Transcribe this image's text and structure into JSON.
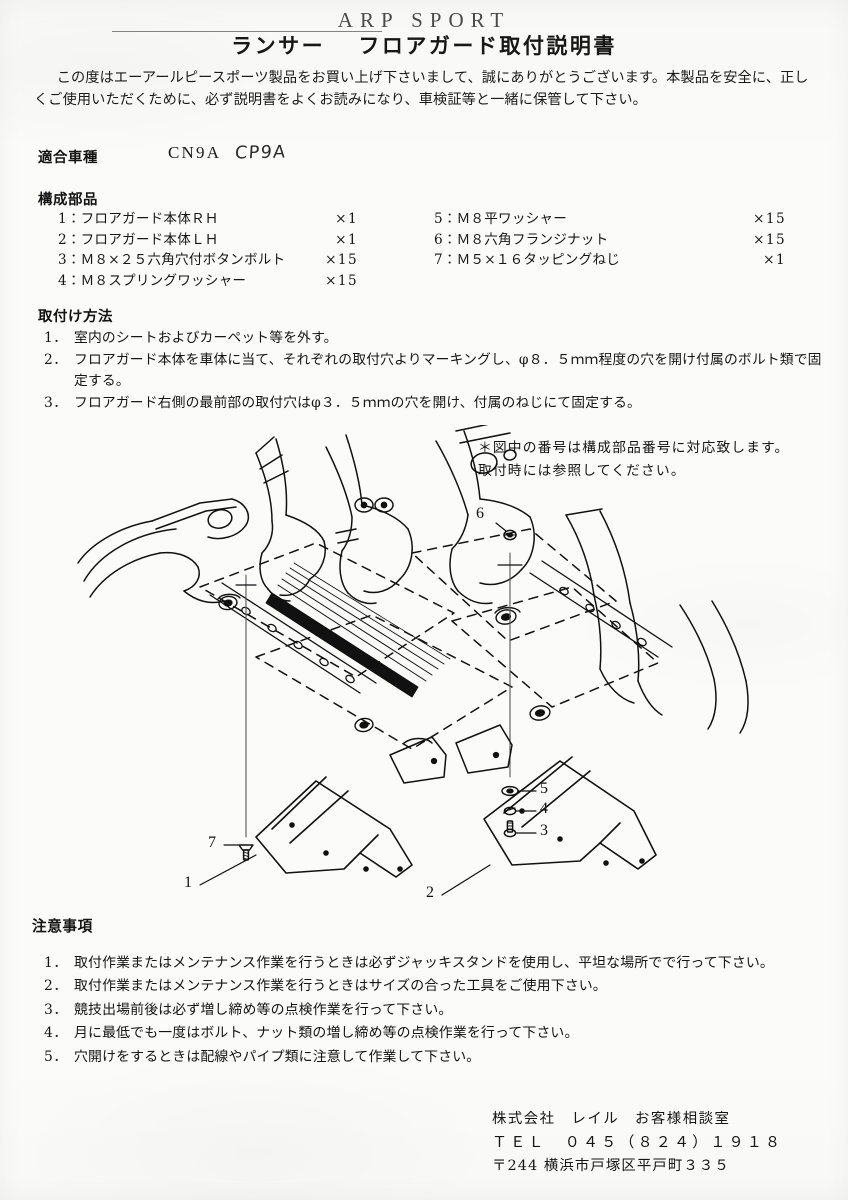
{
  "header": {
    "brand": "ARP   SPORT",
    "title": "ランサー　 フロアガード取付説明書"
  },
  "intro": {
    "paragraph": "この度はエーアールピースポーツ製品をお買い上げ下さいまして、誠にありがとうございます。本製品を安全に、正しくご使用いただくために、必ず説明書をよくお読みになり、車検証等と一緒に保管して下さい。"
  },
  "applicable": {
    "label": "適合車種",
    "printed_code": "CN9A",
    "handwritten_code": "CP9A"
  },
  "parts": {
    "label": "構成部品",
    "left_column": [
      {
        "no": "1",
        "name": "1：フロアガード本体ＲＨ",
        "qty": "×1"
      },
      {
        "no": "2",
        "name": "2：フロアガード本体ＬＨ",
        "qty": "×1"
      },
      {
        "no": "3",
        "name": "3：Ｍ８×２５六角穴付ボタンボルト",
        "qty": "×15"
      },
      {
        "no": "4",
        "name": "4：Ｍ８スプリングワッシャー",
        "qty": "×15"
      }
    ],
    "right_column": [
      {
        "no": "5",
        "name": "5：Ｍ８平ワッシャー",
        "qty": "×15"
      },
      {
        "no": "6",
        "name": "6：Ｍ８六角フランジナット",
        "qty": "×15"
      },
      {
        "no": "7",
        "name": "7：Ｍ５×１６タッピングねじ",
        "qty": "×1"
      }
    ]
  },
  "method": {
    "label": "取付け方法",
    "items": [
      {
        "num": "1．",
        "text": "室内のシートおよびカーペット等を外す。"
      },
      {
        "num": "2．",
        "text": "フロアガード本体を車体に当て、それぞれの取付穴よりマーキングし、φ８．５ｍｍ程度の穴を開け付属のボルト類で固定する。"
      },
      {
        "num": "3．",
        "text": "フロアガード右側の最前部の取付穴はφ３．５ｍｍの穴を開け、付属のねじにて固定する。"
      }
    ]
  },
  "figure": {
    "note_line1": "＊図中の番号は構成部品番号に対応致します。",
    "note_line2": "取付時には参照してください。",
    "callouts": [
      {
        "id": "1",
        "label": "1"
      },
      {
        "id": "2",
        "label": "2"
      },
      {
        "id": "3",
        "label": "3"
      },
      {
        "id": "4",
        "label": "4"
      },
      {
        "id": "5",
        "label": "5"
      },
      {
        "id": "6",
        "label": "6"
      },
      {
        "id": "7",
        "label": "7"
      }
    ]
  },
  "cautions": {
    "label": "注意事項",
    "items": [
      {
        "num": "1．",
        "text": "取付作業またはメンテナンス作業を行うときは必ずジャッキスタンドを使用し、平坦な場所でで行って下さい。"
      },
      {
        "num": "2．",
        "text": "取付作業またはメンテナンス作業を行うときはサイズの合った工具をご使用下さい。"
      },
      {
        "num": "3．",
        "text": "競技出場前後は必ず増し締め等の点検作業を行って下さい。"
      },
      {
        "num": "4．",
        "text": "月に最低でも一度はボルト、ナット類の増し締め等の点検作業を行って下さい。"
      },
      {
        "num": "5．",
        "text": "穴開けをするときは配線やパイプ類に注意して作業して下さい。"
      }
    ]
  },
  "footer": {
    "company": "株式会社　レイル　お客様相談室",
    "tel": "ＴＥＬ　０４５（８２４）１９１８",
    "address": "〒244 横浜市戸塚区平戸町３３５"
  },
  "colors": {
    "paper": "#fbfbf9",
    "ink": "#151515",
    "line": "#111111"
  }
}
